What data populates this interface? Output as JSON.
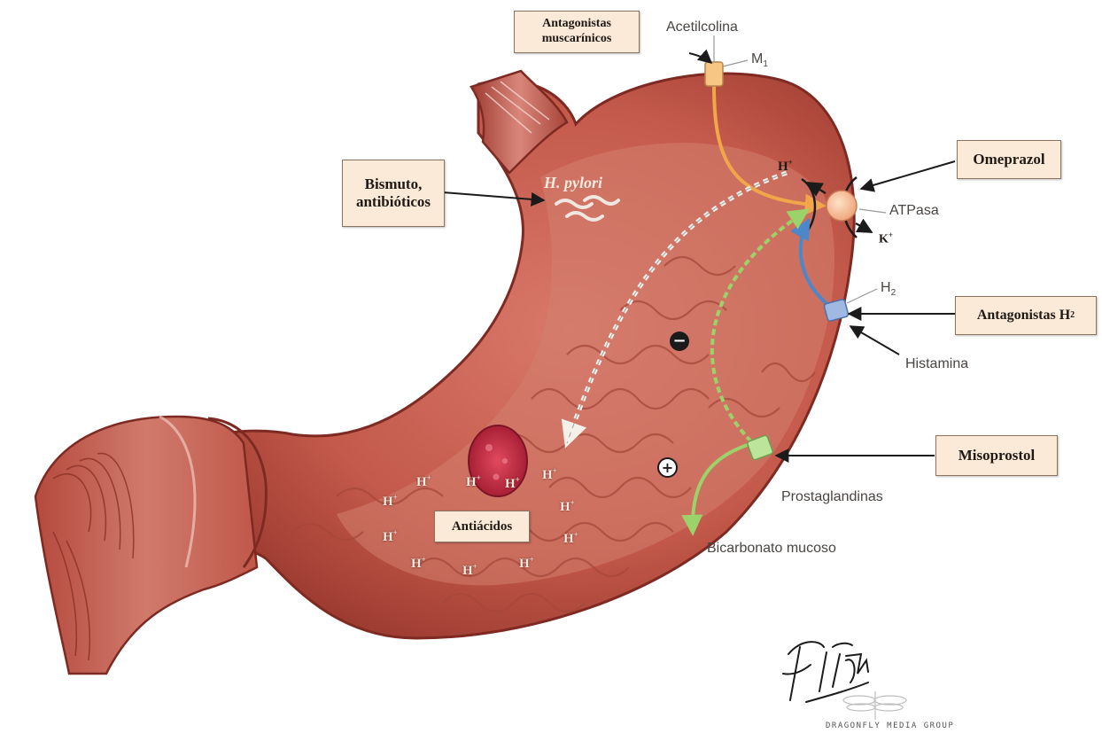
{
  "boxes": {
    "muscarinic": [
      "Antagonistas",
      "muscarínicos"
    ],
    "bismuth": [
      "Bismuto,",
      "antibióticos"
    ],
    "omeprazole": "Omeprazol",
    "h2_antagonists": "Antagonistas H",
    "h2_sub": "2",
    "misoprostol": "Misoprostol",
    "antacids": "Antiácidos"
  },
  "labels": {
    "acetylcholine": "Acetilcolina",
    "m1": "M",
    "m1_sub": "1",
    "h_pylori": "H. pylori",
    "atpase": "ATPasa",
    "k_ion": "K",
    "k_sup": "+",
    "h_ion_top": "H",
    "h_sup": "+",
    "h2": "H",
    "h2_sub": "2",
    "histamine": "Histamina",
    "prostaglandins": "Prostaglandinas",
    "bicarbonate": "Bicarbonato mucoso",
    "minus": "−",
    "plus": "+"
  },
  "h_ion_label": "H",
  "h_ion_sup": "+",
  "signature": {
    "artist": "F. Netter M.D.",
    "publisher": "DRAGONFLY MEDIA GROUP"
  },
  "colors": {
    "stomach": "#c8594a",
    "stomach_dark": "#8d2c24",
    "acetylcholine_path": "#f2a64a",
    "histamine_path": "#4d86c9",
    "prostaglandin_path": "#9bd36a",
    "box_bg": "#fbead8"
  }
}
